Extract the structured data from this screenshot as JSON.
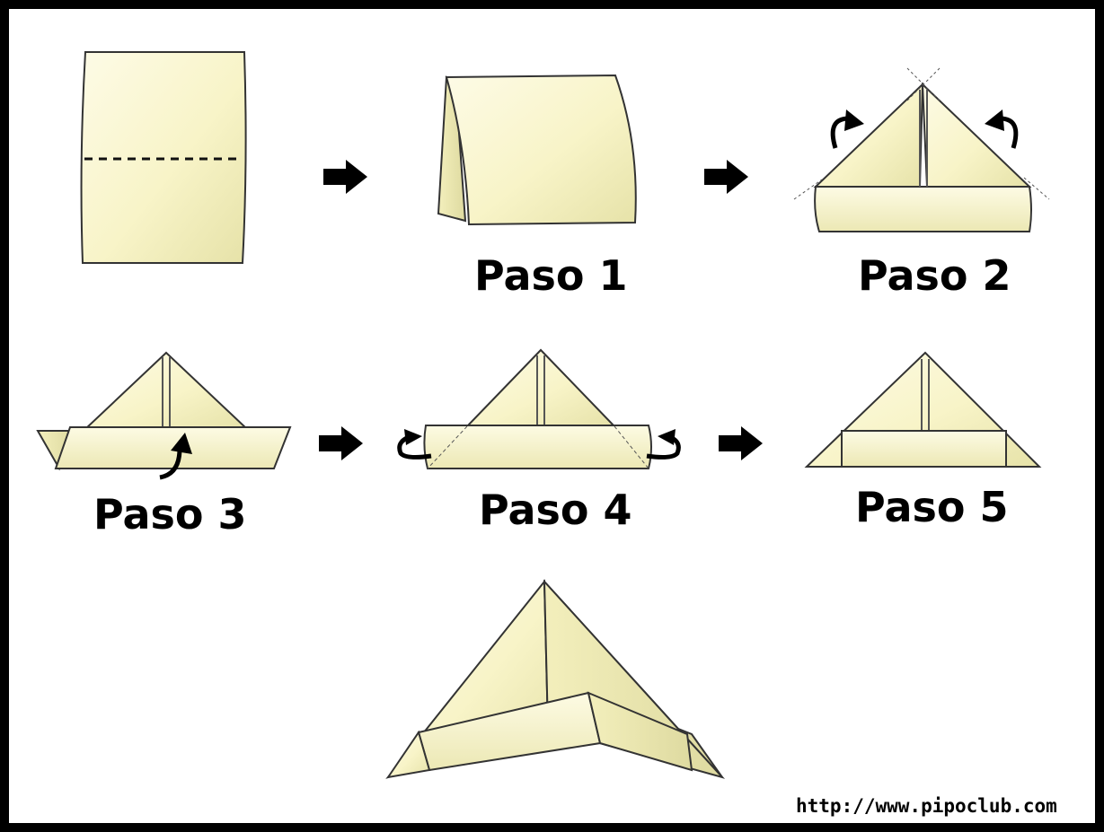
{
  "steps": [
    {
      "label": "Paso 1"
    },
    {
      "label": "Paso 2"
    },
    {
      "label": "Paso 3"
    },
    {
      "label": "Paso 4"
    },
    {
      "label": "Paso 5"
    }
  ],
  "website": "http://www.pipoclub.com",
  "colors": {
    "paper": "#fbf8d4",
    "paper_shadow": "#e9e6b2",
    "outline": "#333333",
    "frame": "#000000"
  }
}
